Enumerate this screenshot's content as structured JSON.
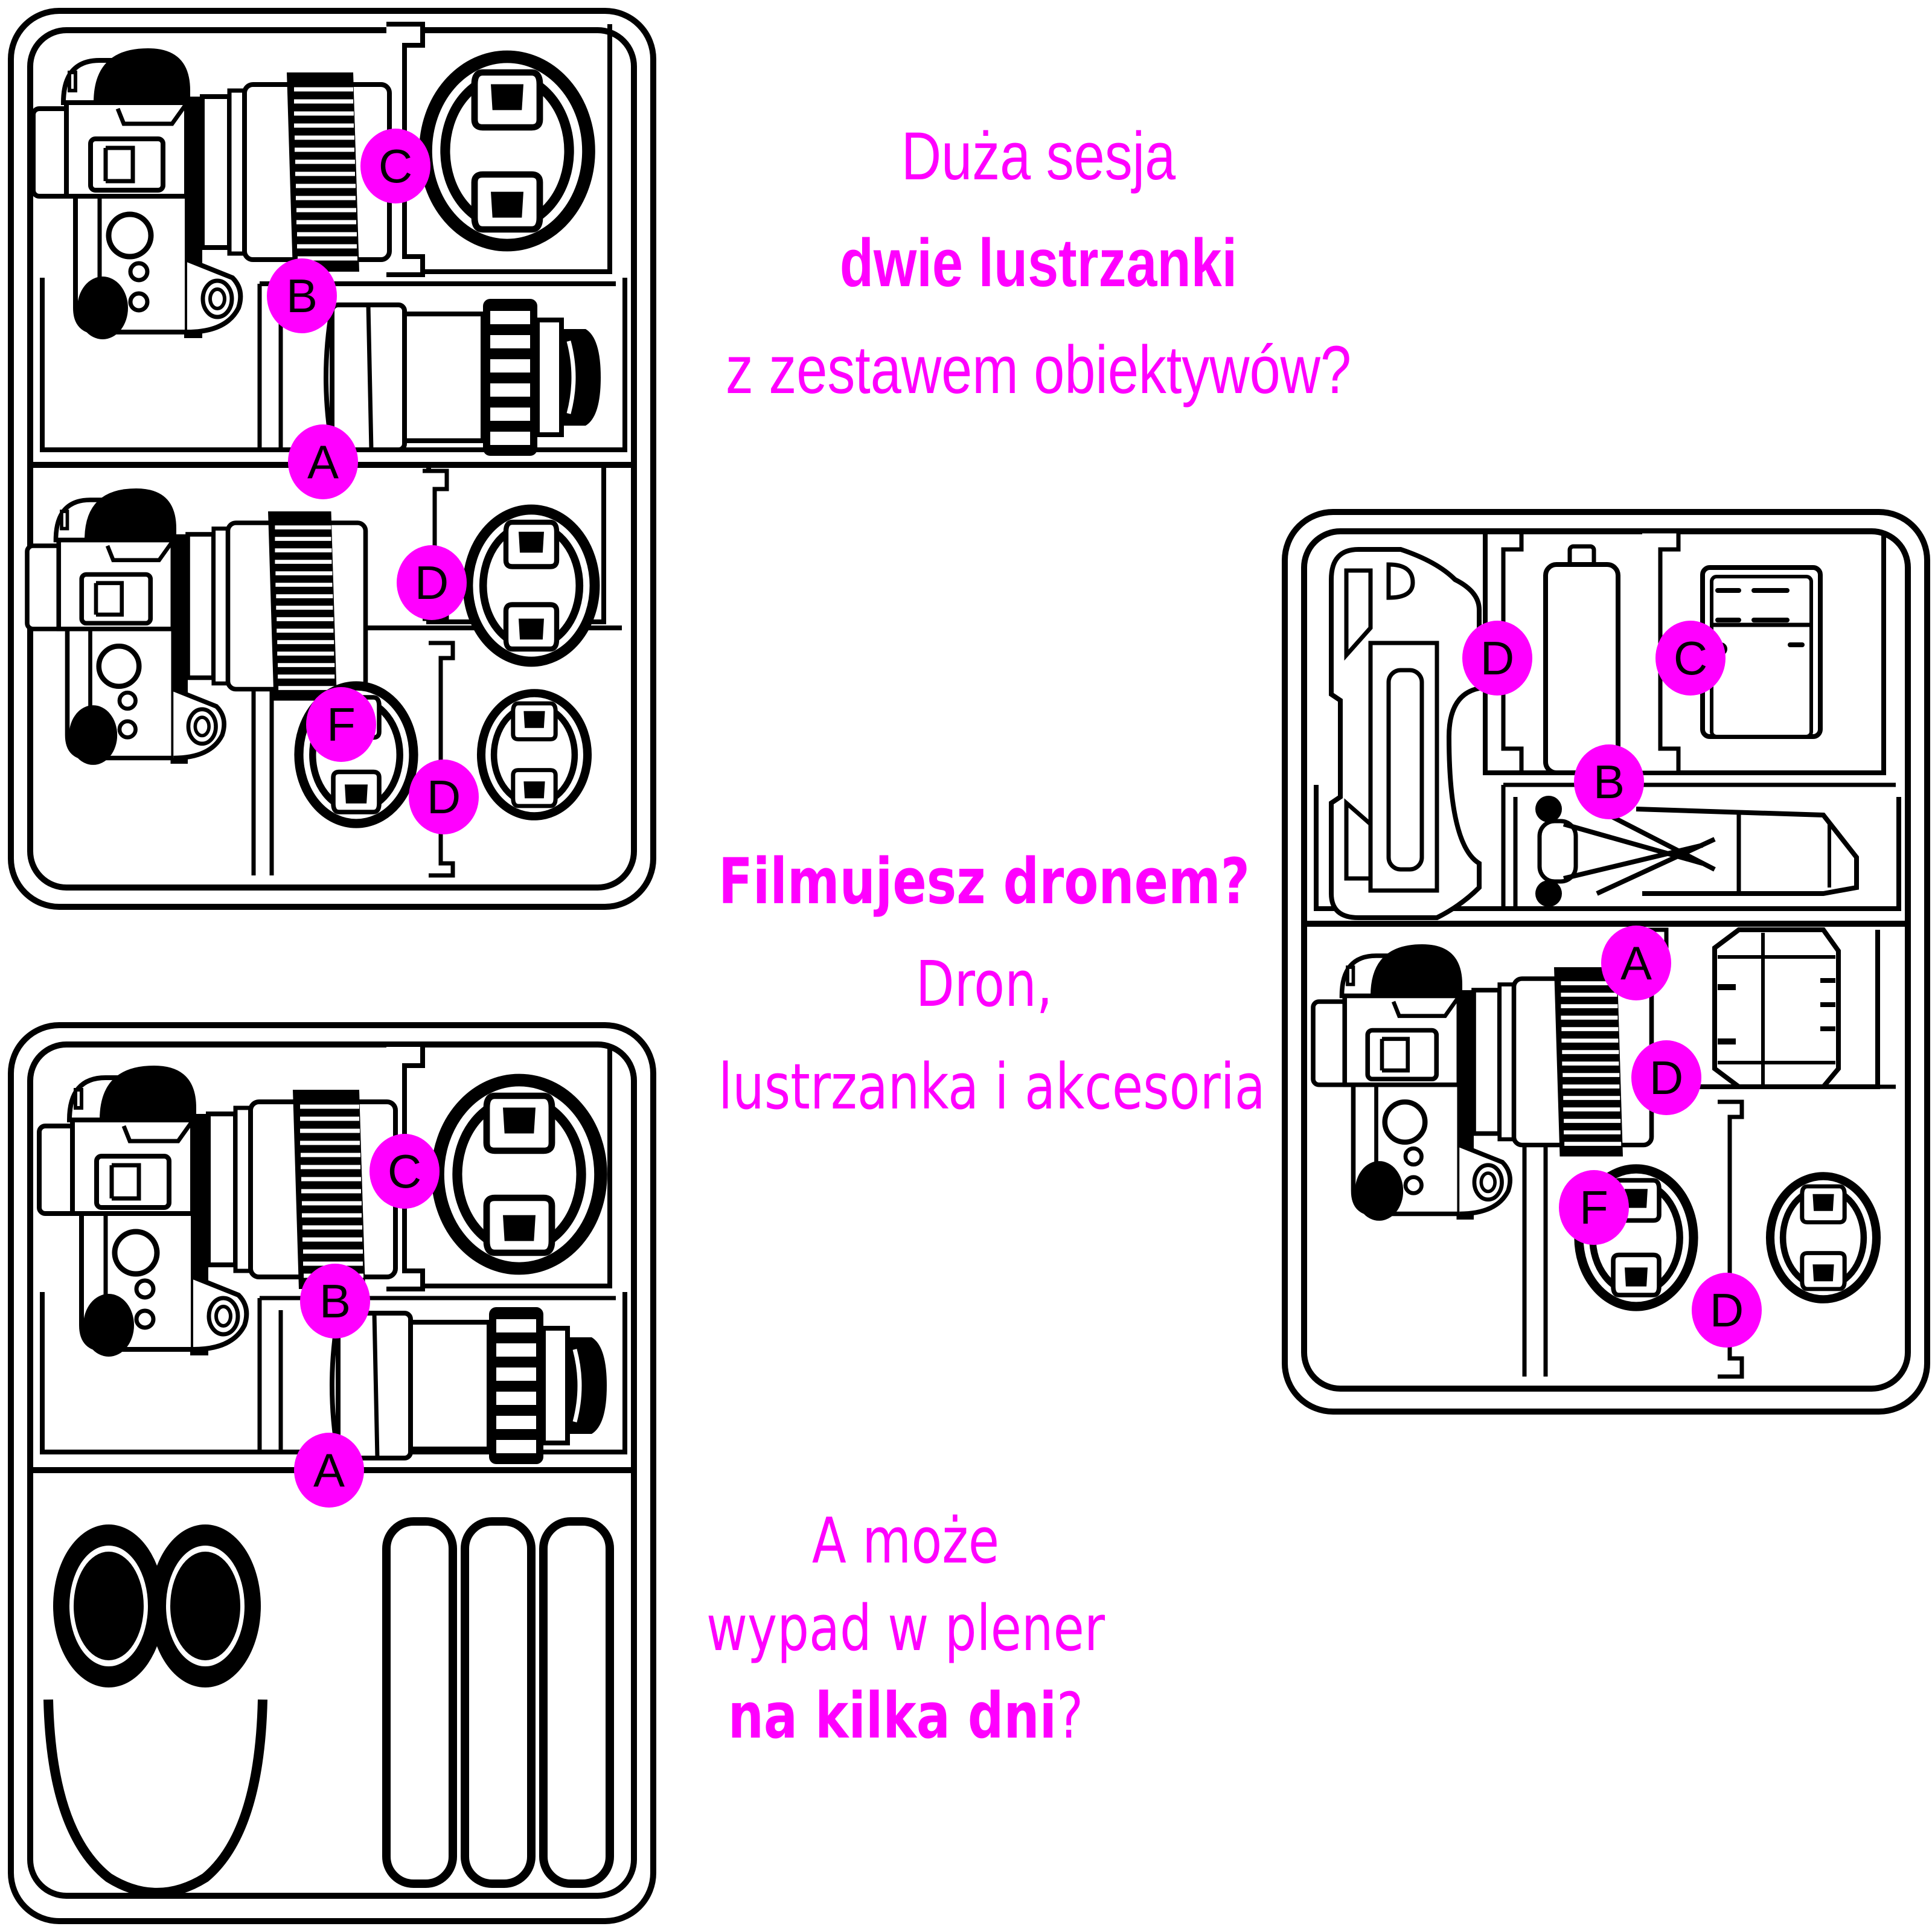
{
  "accent_color": "#ff00ff",
  "line_color": "#000000",
  "captions": {
    "top": {
      "line1": "Duża sesja",
      "line2": "dwie lustrzanki",
      "line3": "z zestawem obiektywów?"
    },
    "middle": {
      "line1": "Filmujesz dronem?",
      "line2": "Dron,",
      "line3": "lustrzanka i akcesoria"
    },
    "bottom": {
      "line1": "A może",
      "line2": "wypad w plener",
      "line3_bold": "na kilka dni",
      "line3_tail": "?"
    }
  },
  "panels": {
    "two_dslr": {
      "items": [
        "camera-with-lens",
        "telephoto-lens",
        "lens-cap-large",
        "camera-with-lens",
        "lens-cap",
        "lens-cap",
        "lens-cap"
      ],
      "badges": [
        "C",
        "B",
        "A",
        "D",
        "F",
        "D"
      ]
    },
    "drone": {
      "items": [
        "drone-controller",
        "battery",
        "charger",
        "drone",
        "camera-with-lens",
        "battery-pack",
        "lens-cap",
        "lens-cap"
      ],
      "badges": [
        "D",
        "C",
        "B",
        "A",
        "D",
        "F",
        "D"
      ]
    },
    "outdoor": {
      "items": [
        "camera-with-lens",
        "telephoto-lens",
        "lens-cap-large",
        "headphones",
        "slot",
        "slot",
        "slot"
      ],
      "badges": [
        "C",
        "B",
        "A"
      ]
    }
  }
}
